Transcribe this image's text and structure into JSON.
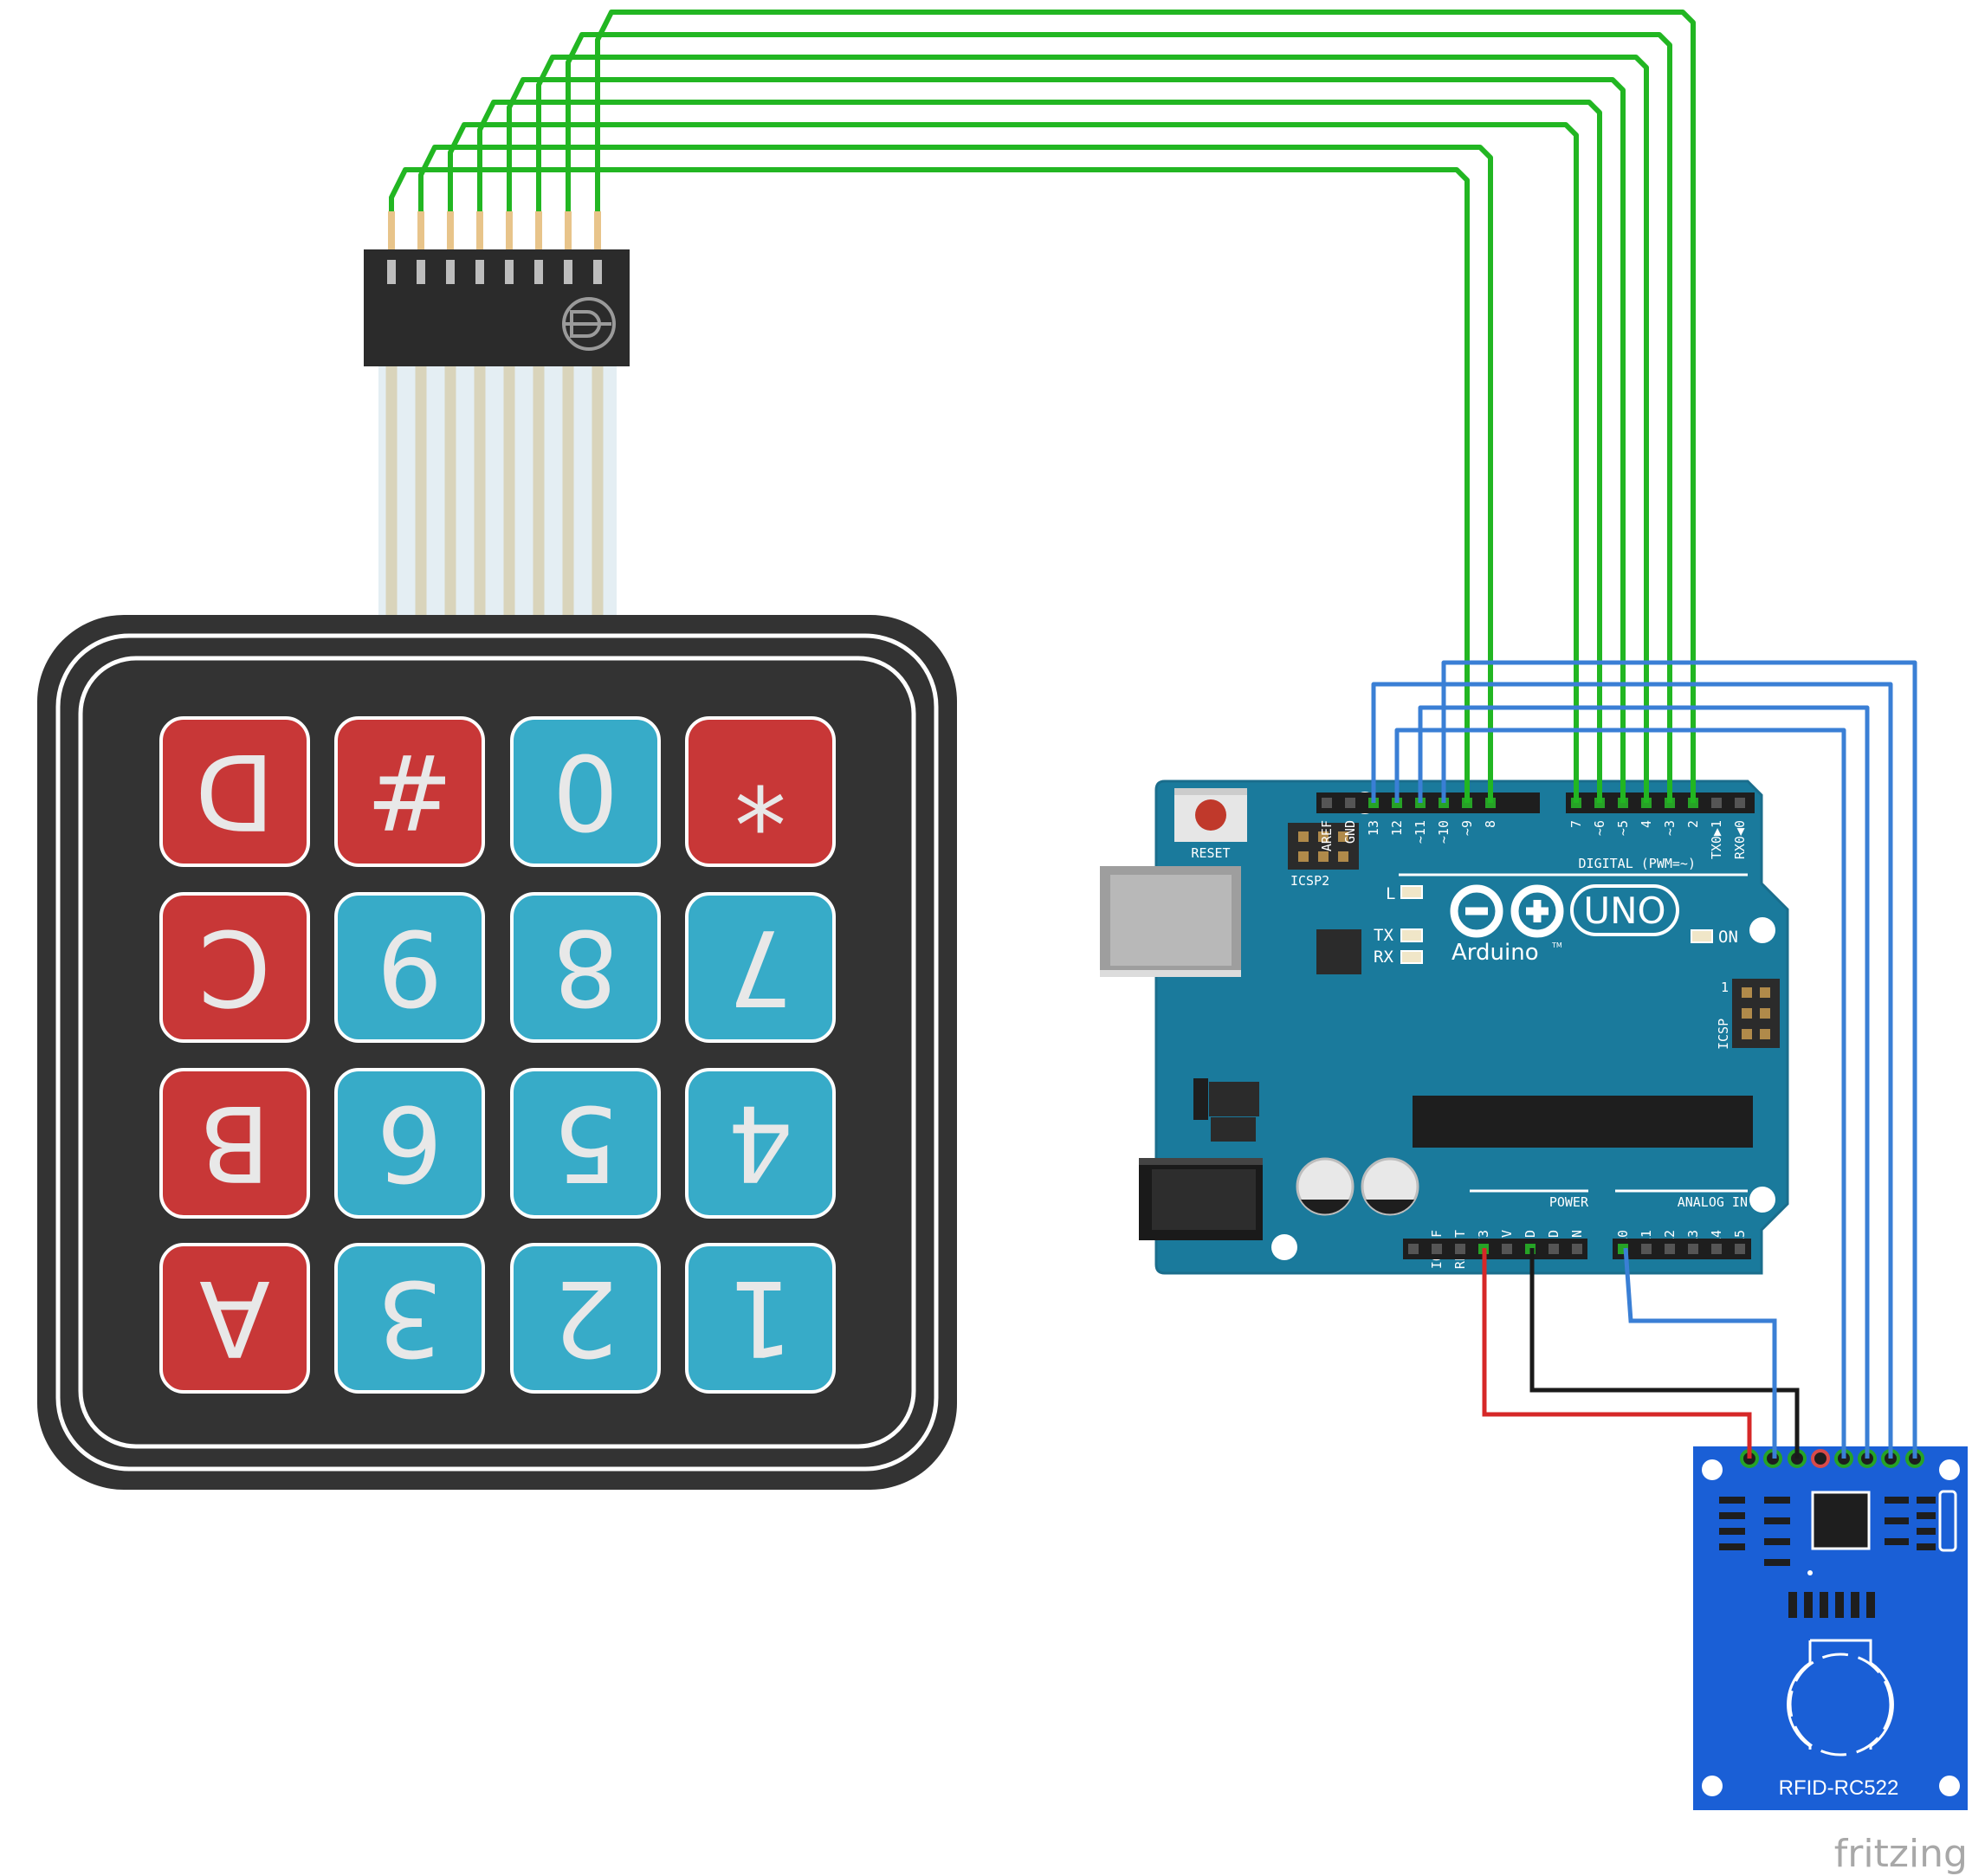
{
  "keypad": {
    "color_red": "#c83737",
    "color_blue": "#37abc8",
    "keys": [
      {
        "label": "D",
        "color": "red"
      },
      {
        "label": "#",
        "color": "red"
      },
      {
        "label": "0",
        "color": "blue"
      },
      {
        "label": "*",
        "color": "red"
      },
      {
        "label": "C",
        "color": "red"
      },
      {
        "label": "9",
        "color": "blue"
      },
      {
        "label": "8",
        "color": "blue"
      },
      {
        "label": "7",
        "color": "blue"
      },
      {
        "label": "B",
        "color": "red"
      },
      {
        "label": "6",
        "color": "blue"
      },
      {
        "label": "5",
        "color": "blue"
      },
      {
        "label": "4",
        "color": "blue"
      },
      {
        "label": "A",
        "color": "red"
      },
      {
        "label": "3",
        "color": "blue"
      },
      {
        "label": "2",
        "color": "blue"
      },
      {
        "label": "1",
        "color": "blue"
      }
    ]
  },
  "arduino": {
    "board_color": "#1a7a9c",
    "reset_label": "RESET",
    "icsp2_label": "ICSP2",
    "icsp_label": "ICSP",
    "icsp_pin1": "1",
    "digital_label": "DIGITAL (PWM=~)",
    "power_label": "POWER",
    "analog_label": "ANALOG IN",
    "brand": "Arduino",
    "tm": "TM",
    "model": "UNO",
    "led_l": "L",
    "led_tx": "TX",
    "led_rx": "RX",
    "led_on": "ON",
    "top_pins_left": [
      "AREF",
      "GND",
      "13",
      "12",
      "~11",
      "~10",
      "~9",
      "8"
    ],
    "top_pins_right": [
      "7",
      "~6",
      "~5",
      "4",
      "~3",
      "2",
      "TX0▶1",
      "RX0◀0"
    ],
    "bottom_pins_power": [
      "IOREF",
      "RESET",
      "3V3",
      "5V",
      "GND",
      "GND",
      "VIN"
    ],
    "bottom_pins_analog": [
      "A0",
      "A1",
      "A2",
      "A3",
      "A4",
      "A5"
    ]
  },
  "rfid": {
    "label": "RFID-RC522",
    "board_color": "#1a5fd6"
  },
  "wires": {
    "green": "#22b622",
    "blue": "#3a7fd5",
    "red": "#d62828",
    "black": "#1a1a1a"
  },
  "watermark": "fritzing"
}
